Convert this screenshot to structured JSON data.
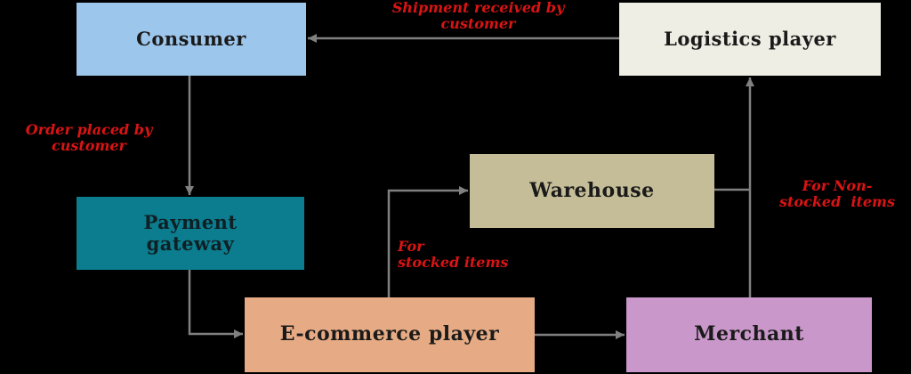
{
  "nodes": {
    "consumer": {
      "label": "Consumer",
      "color": "#9dc6ec"
    },
    "logistics": {
      "label": "Logistics player",
      "color": "#eeeee4"
    },
    "warehouse": {
      "label": "Warehouse",
      "color": "#c4bd97"
    },
    "payment": {
      "line1": "Payment",
      "line2": "gateway",
      "color": "#0b7d8e"
    },
    "ecommerce": {
      "label": "E-commerce player",
      "color": "#e6ab84"
    },
    "merchant": {
      "label": "Merchant",
      "color": "#c997c9"
    }
  },
  "edge_labels": {
    "shipment": {
      "line1": "Shipment received by",
      "line2": "customer"
    },
    "order": {
      "line1": "Order placed by",
      "line2": "customer"
    },
    "stocked": {
      "line1": "For",
      "line2": "stocked items"
    },
    "nonstocked": {
      "line1": "For Non-",
      "line2": "stocked  items"
    }
  },
  "colors": {
    "background": "#000000",
    "connector": "#808080",
    "edge_label": "#d91414"
  }
}
